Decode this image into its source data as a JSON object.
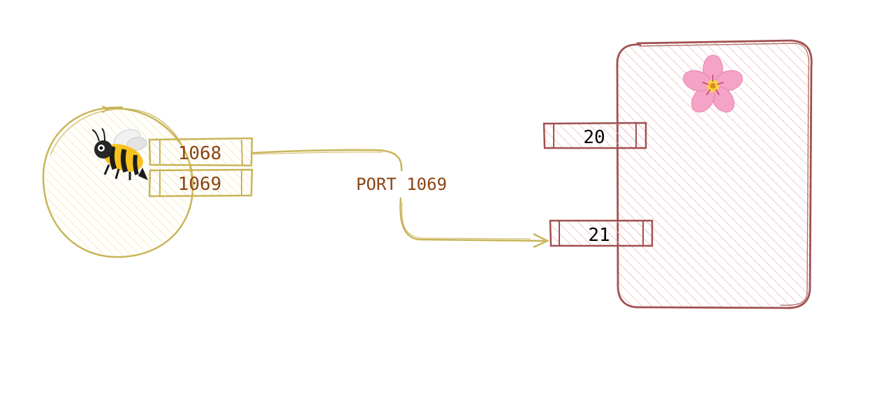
{
  "client": {
    "icon": "bee-icon",
    "emoji": "🐝",
    "ports": [
      "1068",
      "1069"
    ]
  },
  "server": {
    "icon": "cherry-blossom-icon",
    "emoji": "🌸",
    "ports": [
      "20",
      "21"
    ]
  },
  "connection": {
    "label": "PORT 1069"
  },
  "colors": {
    "client_stroke": "#c9b458",
    "client_fill": "#f6eaa4",
    "client_text": "#8b4513",
    "server_stroke": "#a0504f",
    "server_fill": "#eab3b3",
    "server_text": "#000000",
    "arrow": "#c9b458",
    "label": "#8b4513"
  }
}
